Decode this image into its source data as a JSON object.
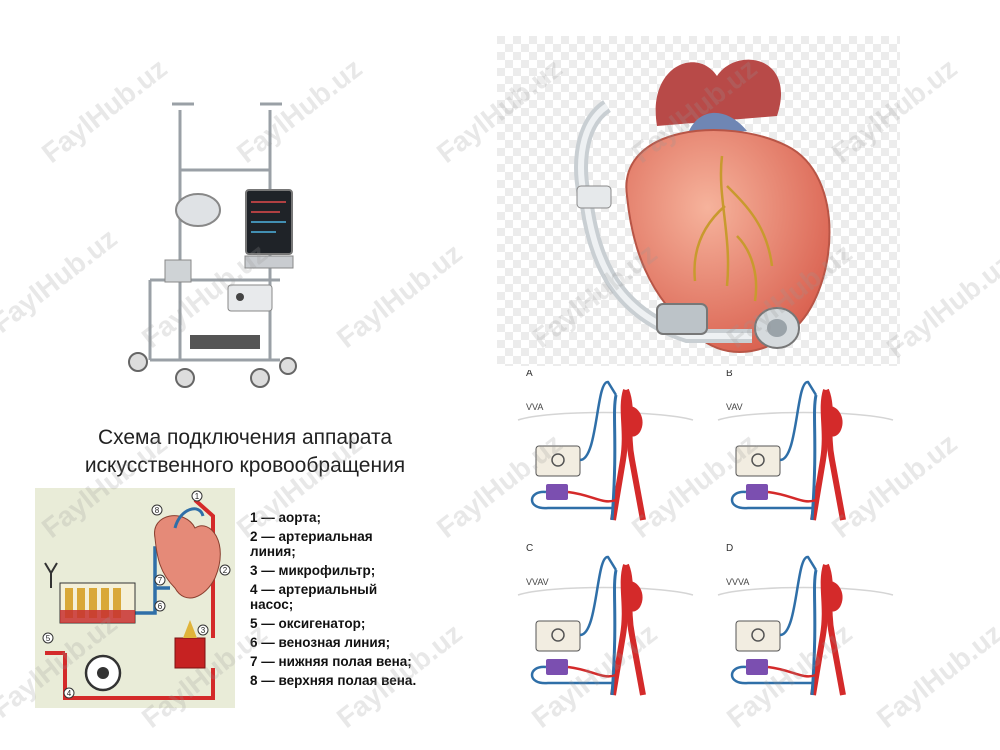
{
  "diagram": {
    "title_line1": "Схема подключения аппарата",
    "title_line2": "искусственного кровообращения",
    "legend": [
      "1 — аорта;",
      "2 — артериальная\nлиния;",
      "3 — микрофильтр;",
      "4 — артериальный\nнасос;",
      "5 — оксигенатор;",
      "6 — венозная линия;",
      "7 — нижняя полая вена;",
      "8 — верхняя полая вена."
    ],
    "circuit_numbers": [
      "1",
      "2",
      "3",
      "4",
      "5",
      "6",
      "7",
      "8"
    ],
    "ecmo_panels": [
      {
        "letter": "A",
        "mode": "VVA"
      },
      {
        "letter": "B",
        "mode": "VAV"
      },
      {
        "letter": "C",
        "mode": "VVAV"
      },
      {
        "letter": "D",
        "mode": "VVVA"
      }
    ],
    "watermark": "FaylHub.uz"
  },
  "colors": {
    "artery": "#d42a2a",
    "vein": "#2f6fa8",
    "heart": "#e58a78",
    "circuit_bg": "#e9ecd8"
  }
}
